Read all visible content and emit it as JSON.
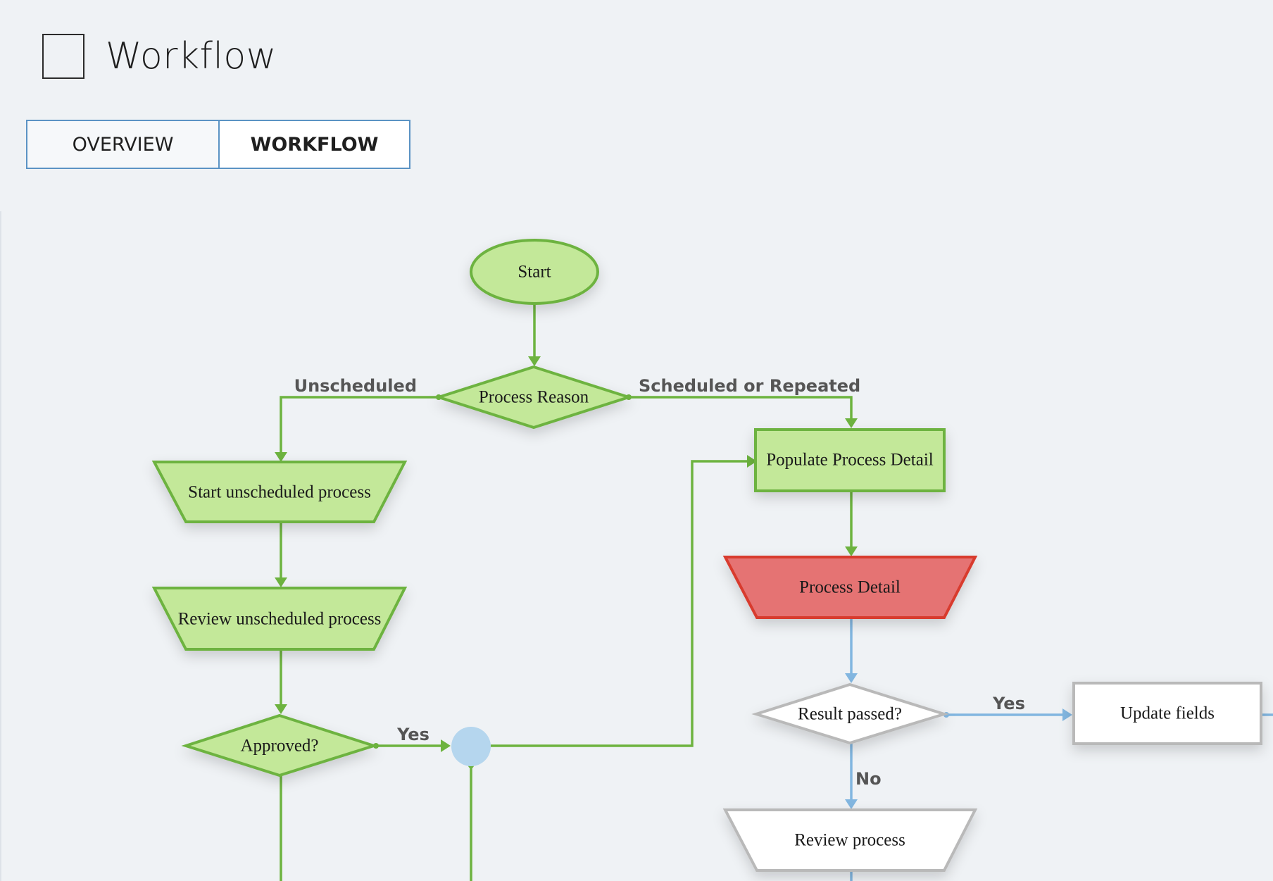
{
  "header": {
    "title": "Workflow",
    "icon": "checkbox-square-icon"
  },
  "tabs": [
    {
      "label": "OVERVIEW",
      "active": false
    },
    {
      "label": "WORKFLOW",
      "active": true
    }
  ],
  "colors": {
    "green_fill": "#c3e899",
    "green_stroke": "#6db33f",
    "red_fill": "#e57373",
    "red_stroke": "#d83a2e",
    "white_fill": "#ffffff",
    "gray_stroke": "#b9b9b9",
    "blue_edge": "#82b6e0",
    "junction_fill": "#b5d6ee"
  },
  "diagram": {
    "nodes": {
      "start": {
        "label": "Start",
        "shape": "ellipse"
      },
      "process_reason": {
        "label": "Process Reason",
        "shape": "diamond"
      },
      "start_unscheduled": {
        "label": "Start unscheduled process",
        "shape": "trapezoid"
      },
      "review_unscheduled": {
        "label": "Review unscheduled process",
        "shape": "trapezoid"
      },
      "approved": {
        "label": "Approved?",
        "shape": "diamond"
      },
      "populate_detail": {
        "label": "Populate Process Detail",
        "shape": "rectangle"
      },
      "process_detail": {
        "label": "Process Detail",
        "shape": "trapezoid"
      },
      "result_passed": {
        "label": "Result passed?",
        "shape": "diamond"
      },
      "update_fields": {
        "label": "Update fields",
        "shape": "rectangle"
      },
      "review_process": {
        "label": "Review process",
        "shape": "trapezoid"
      },
      "junction": {
        "label": "",
        "shape": "circle"
      }
    },
    "edge_labels": {
      "unscheduled": "Unscheduled",
      "scheduled": "Scheduled or Repeated",
      "approved_yes": "Yes",
      "result_yes": "Yes",
      "result_no": "No"
    }
  }
}
